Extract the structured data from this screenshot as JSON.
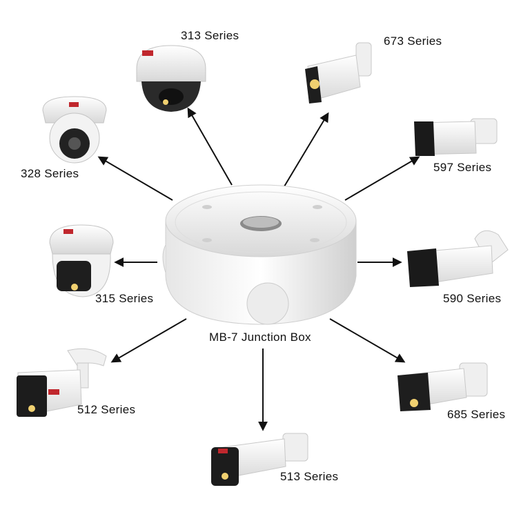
{
  "hub": {
    "label": "MB-7 Junction Box"
  },
  "cameras": [
    {
      "id": "313",
      "label": "313 Series",
      "kind": "dome"
    },
    {
      "id": "673",
      "label": "673 Series",
      "kind": "bullet"
    },
    {
      "id": "328",
      "label": "328 Series",
      "kind": "turret"
    },
    {
      "id": "597",
      "label": "597 Series",
      "kind": "bullet"
    },
    {
      "id": "315",
      "label": "315 Series",
      "kind": "turret"
    },
    {
      "id": "590",
      "label": "590 Series",
      "kind": "bullet"
    },
    {
      "id": "512",
      "label": "512 Series",
      "kind": "bullet"
    },
    {
      "id": "685",
      "label": "685 Series",
      "kind": "bullet"
    },
    {
      "id": "513",
      "label": "513 Series",
      "kind": "bullet"
    }
  ],
  "colors": {
    "arrow": "#111111",
    "body": "#f2f2f2",
    "shadow": "#c9c9c9",
    "lens": "#1a1a1a",
    "brand": "#c0272d"
  }
}
